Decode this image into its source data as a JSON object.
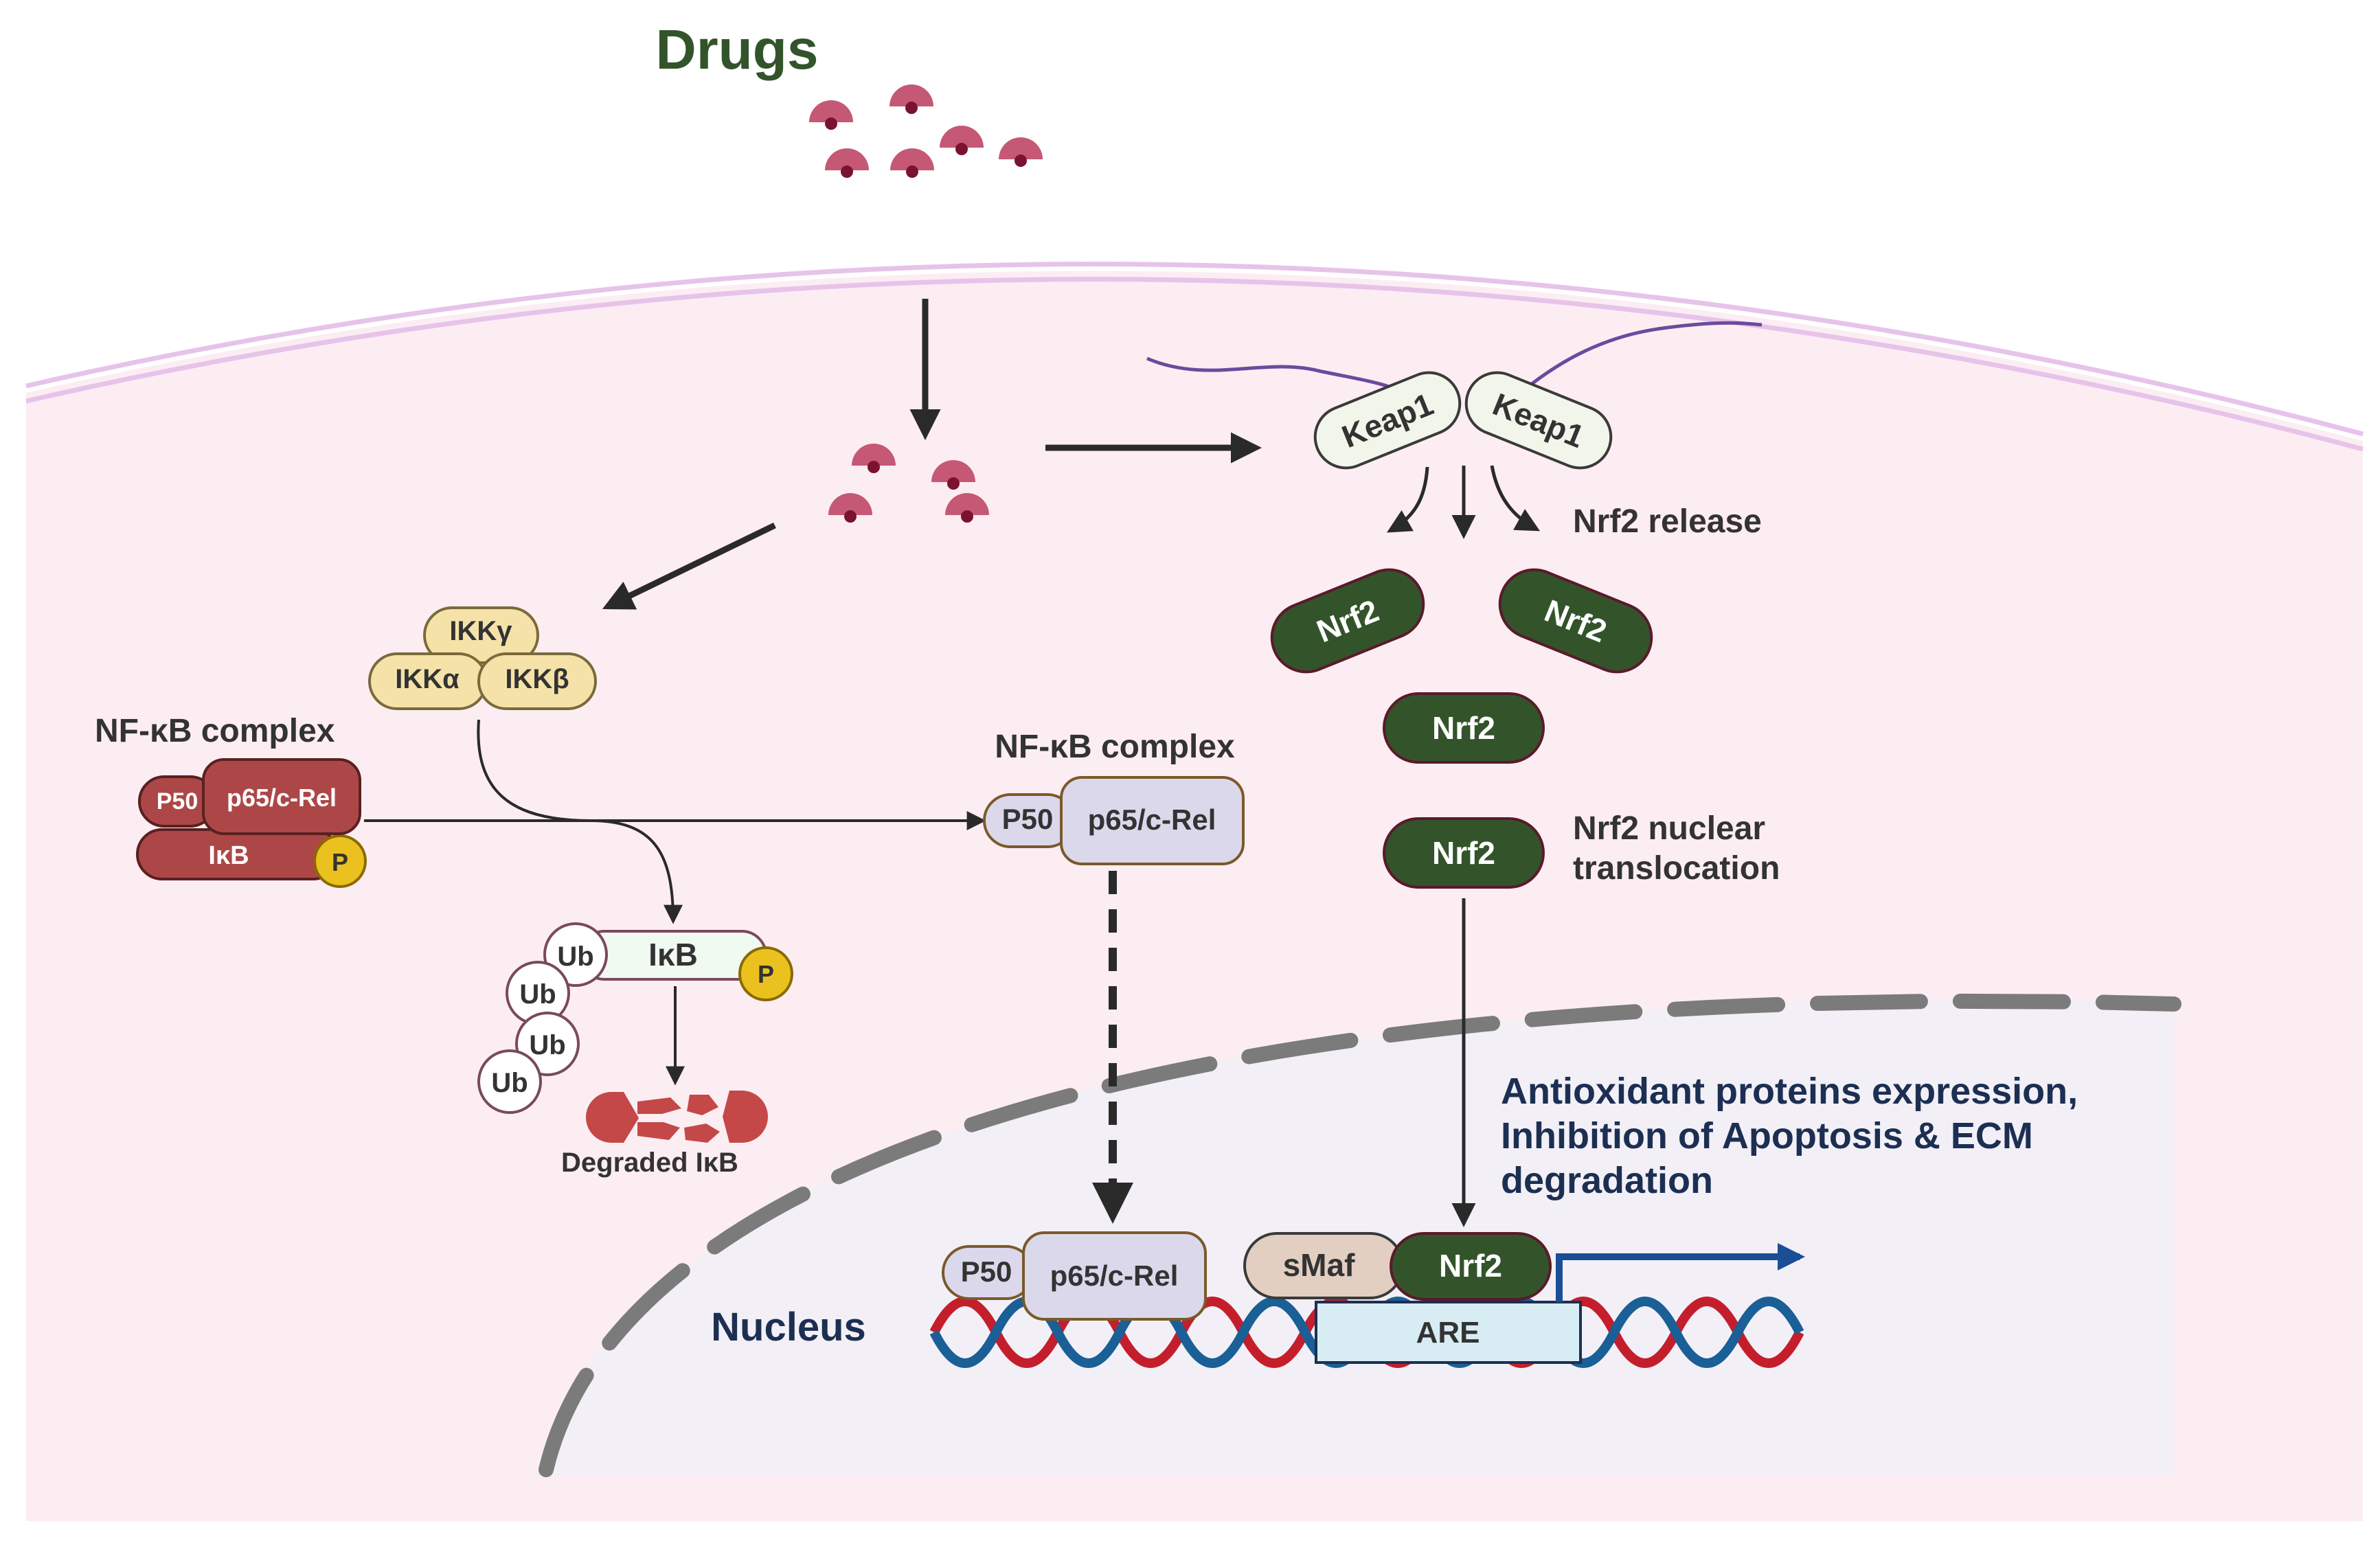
{
  "title": "Drugs",
  "colors": {
    "cell": "#fcedf3",
    "membrane": "#e7c3ea",
    "nucleus": "#f2f0f6",
    "title": "#33542b",
    "drug": "#c55875",
    "drug_dot": "#7a1330",
    "nrf2": "#33542b",
    "ikk": "#f5e2a8",
    "nfkb_dark": "#ad4747",
    "pho": "#eac11f",
    "complex_light": "#dcd8ec",
    "smaf": "#e2cfc2",
    "are": "#d7edf3",
    "dna_red": "#c41e2d",
    "dna_blue": "#1a5f96",
    "arrow_blue": "#1a4f96",
    "text_navy": "#1c2f53"
  },
  "keap1": {
    "left": "Keap1",
    "right": "Keap1"
  },
  "nrf2": {
    "release_label": "Nrf2 release",
    "released_left": "Nrf2",
    "released_right": "Nrf2",
    "free": "Nrf2",
    "translocating": "Nrf2",
    "translocation_label_line1": "Nrf2 nuclear",
    "translocation_label_line2": "translocation",
    "bound": "Nrf2"
  },
  "ikk": {
    "gamma": "IKKγ",
    "alpha": "IKKα",
    "beta": "IKKβ"
  },
  "nfkb_left": {
    "title": "NF-κB complex",
    "p50": "P50",
    "p65": "p65/c-Rel",
    "ikb": "IκB",
    "phospho": "P"
  },
  "nfkb_right": {
    "title": "NF-κB complex",
    "p50": "P50",
    "p65": "p65/c-Rel"
  },
  "ubiquitination": {
    "ikb": "IκB",
    "phospho": "P",
    "ub": [
      "Ub",
      "Ub",
      "Ub",
      "Ub"
    ],
    "degraded_label": "Degraded IκB"
  },
  "nucleus": {
    "label": "Nucleus",
    "p50": "P50",
    "p65": "p65/c-Rel",
    "smaf": "sMaf",
    "are": "ARE",
    "effect_line1": "Antioxidant proteins expression,",
    "effect_line2": "Inhibition of Apoptosis & ECM",
    "effect_line3": "degradation"
  }
}
